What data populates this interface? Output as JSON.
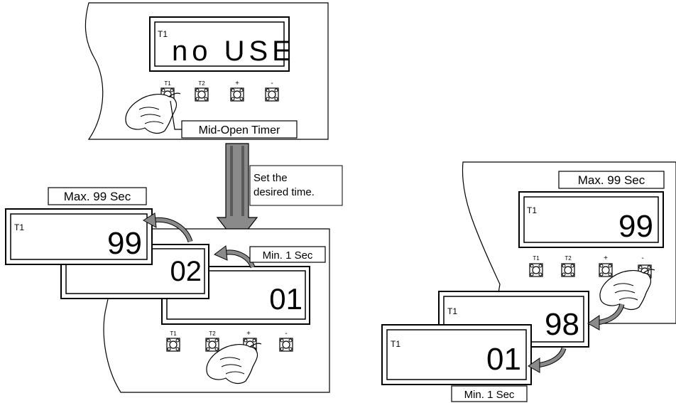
{
  "top_panel": {
    "display": {
      "indicator": "T1",
      "text": "no  USE"
    },
    "buttons": [
      "T1",
      "T2",
      "+",
      "-"
    ],
    "callout": "Mid-Open Timer"
  },
  "arrow_note": {
    "line1": "Set the",
    "line2": "desired time."
  },
  "left_panel": {
    "display_back": {
      "indicator": "T1",
      "value": "99"
    },
    "display_mid": {
      "value": "02"
    },
    "display_front": {
      "value": "01"
    },
    "max_label": "Max. 99 Sec",
    "min_label": "Min. 1 Sec",
    "buttons": [
      "T1",
      "T2",
      "+",
      "-"
    ]
  },
  "right_panel": {
    "max_label": "Max. 99 Sec",
    "display_top": {
      "indicator": "T1",
      "value": "99"
    },
    "buttons": [
      "T1",
      "T2",
      "+",
      "-"
    ],
    "display_mid": {
      "indicator": "T1",
      "value": "98"
    },
    "display_front": {
      "indicator": "T1",
      "value": "01"
    },
    "min_label": "Min. 1 Sec"
  },
  "colors": {
    "line": "#000000",
    "arrow_fill": "#808080",
    "arrow_shade": "#5a5a5a"
  }
}
